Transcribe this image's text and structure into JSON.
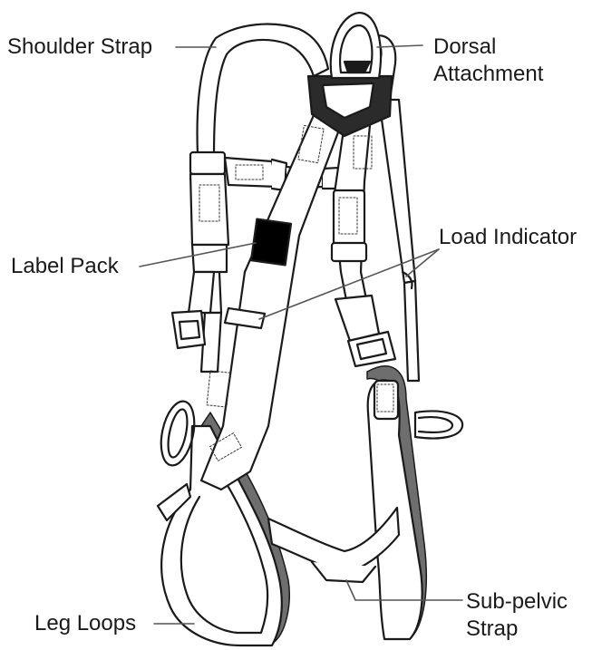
{
  "labels": {
    "shoulder_strap": "Shoulder Strap",
    "dorsal_line1": "Dorsal",
    "dorsal_line2": "Attachment",
    "load_indicator": "Load Indicator",
    "label_pack": "Label Pack",
    "sub_pelvic_line1": "Sub-pelvic",
    "sub_pelvic_line2": "Strap",
    "leg_loops": "Leg Loops"
  },
  "colors": {
    "line": "#1a1a1a",
    "strap_fill": "#ffffff",
    "padding": "#6e6e6e",
    "label_pack": "#000000",
    "dorsal_pad": "#2b2b2b"
  }
}
